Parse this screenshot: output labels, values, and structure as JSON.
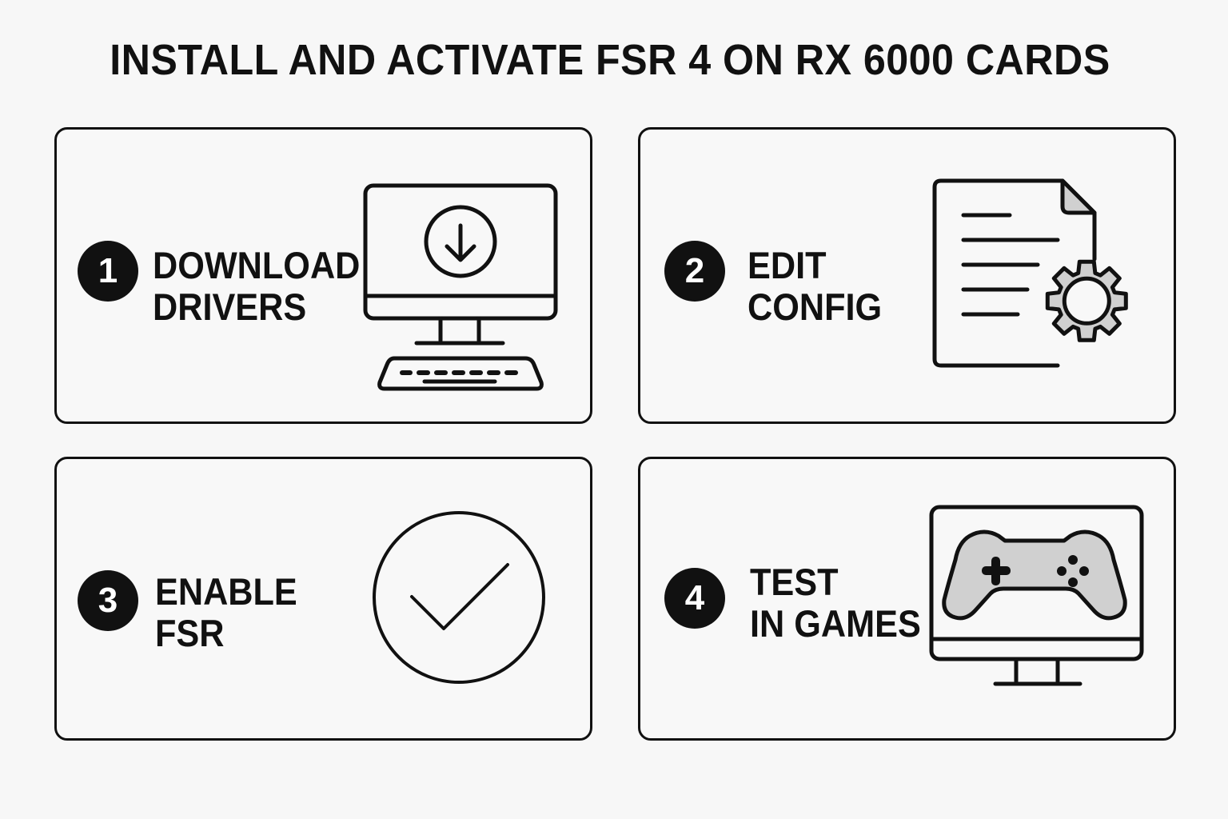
{
  "title": "INSTALL AND ACTIVATE FSR 4 ON RX 6000 CARDS",
  "colors": {
    "background": "#f7f7f7",
    "ink": "#111111",
    "icon_fill": "#d0d0d0",
    "badge_text": "#ffffff"
  },
  "steps": [
    {
      "number": "1",
      "line1": "DOWNLOAD",
      "line2": "DRIVERS",
      "icon": "computer-download-icon"
    },
    {
      "number": "2",
      "line1": "EDIT",
      "line2": "CONFIG",
      "icon": "document-gear-icon"
    },
    {
      "number": "3",
      "line1": "ENABLE",
      "line2": "FSR",
      "icon": "circle-checkmark-icon"
    },
    {
      "number": "4",
      "line1": "TEST",
      "line2": "IN GAMES",
      "icon": "monitor-gamepad-icon"
    }
  ]
}
